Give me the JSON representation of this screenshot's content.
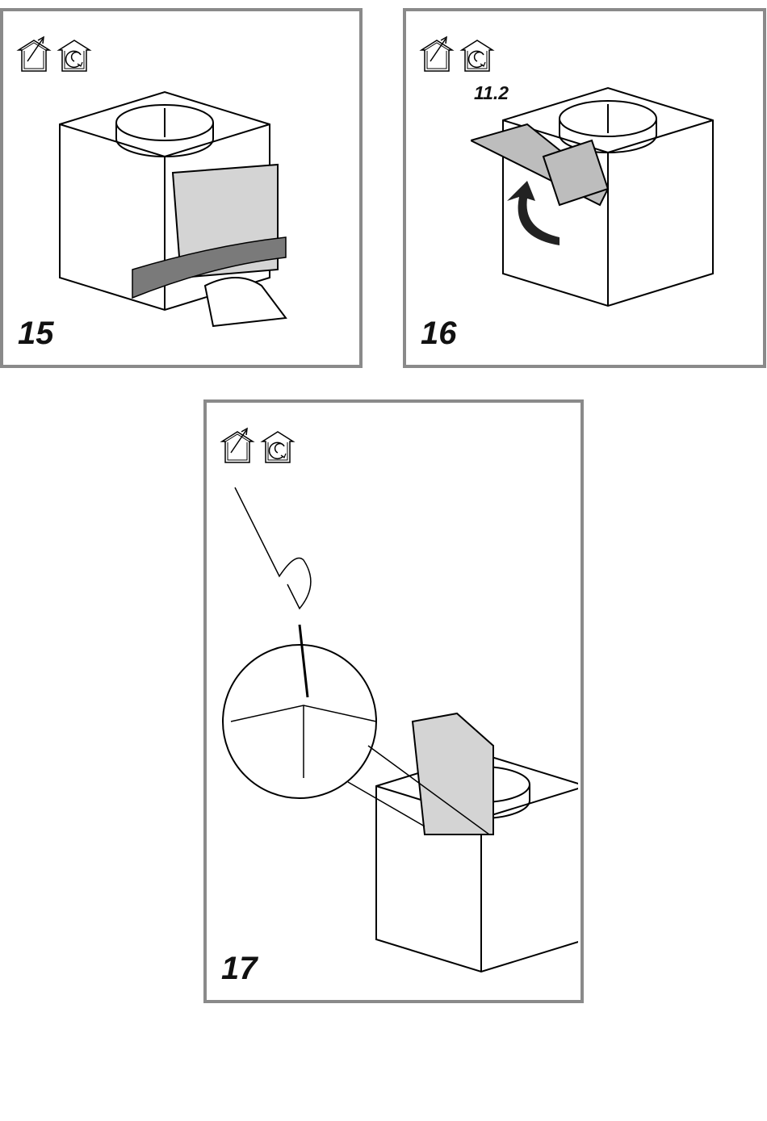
{
  "steps": [
    {
      "number": "15",
      "icons": [
        "ducted-mode-icon",
        "recirculation-mode-icon"
      ]
    },
    {
      "number": "16",
      "reference": "11.2",
      "icons": [
        "ducted-mode-icon",
        "recirculation-mode-icon"
      ]
    },
    {
      "number": "17",
      "icons": [
        "ducted-mode-icon",
        "recirculation-mode-icon"
      ]
    }
  ]
}
